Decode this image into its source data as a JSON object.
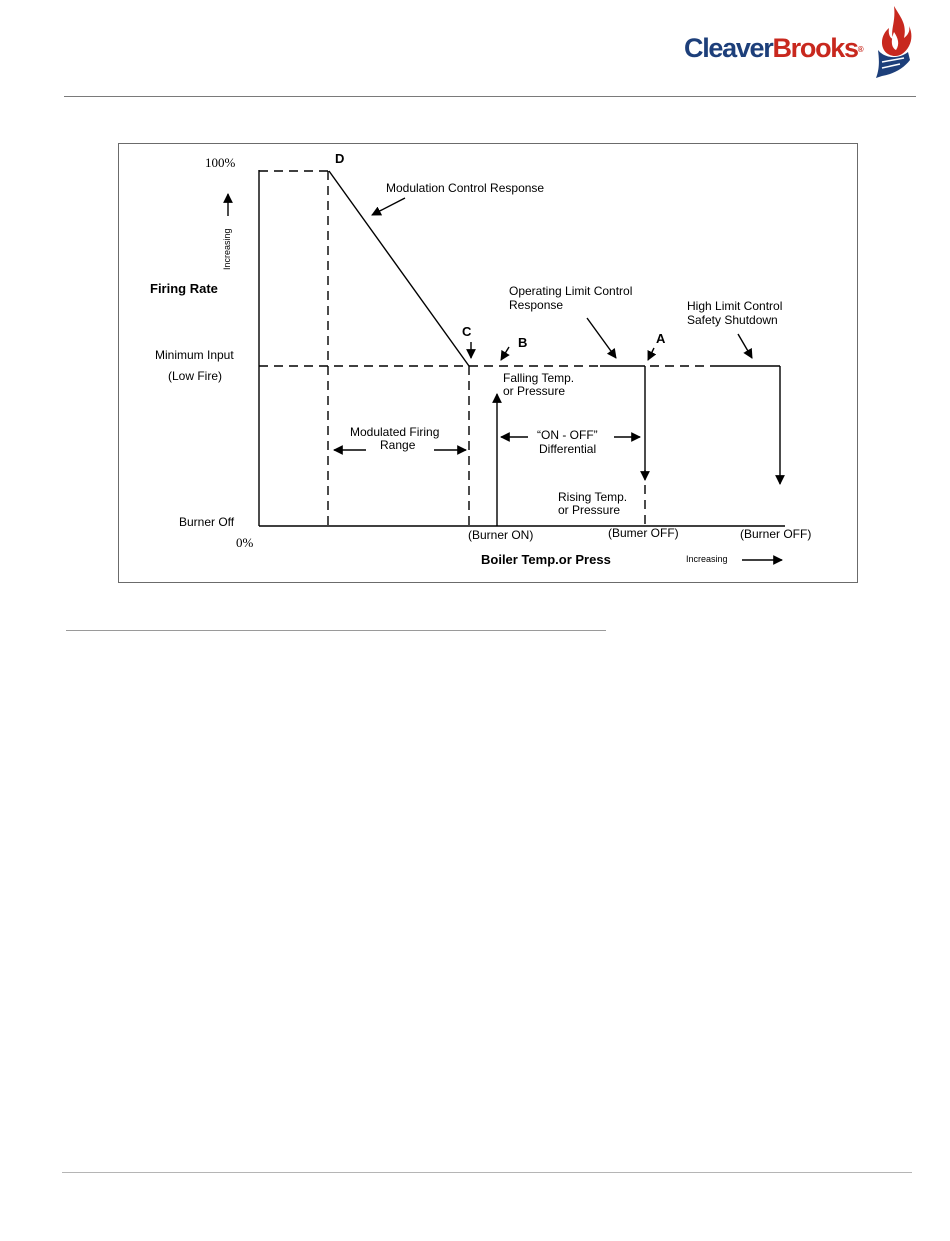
{
  "brand": {
    "logo_part1": "Cleaver",
    "logo_part2": "Brooks",
    "logo_mark": "®",
    "colors": {
      "navy": "#1d3f7a",
      "red": "#c8281e"
    }
  },
  "diagram": {
    "y_axis": {
      "top_label": "100%",
      "bottom_label": "0%",
      "direction_label": "Increasing",
      "title": "Firing Rate",
      "min_input_label": "Minimum Input",
      "low_fire_label": "(Low Fire)",
      "burner_off_label": "Burner Off"
    },
    "x_axis": {
      "title": "Boiler Temp.or Press",
      "direction_label": "Increasing",
      "burner_on_label": "(Burner ON)",
      "burner_off_label_1": "(Bumer OFF)",
      "burner_off_label_2": "(Burner OFF)"
    },
    "points": {
      "a": "A",
      "b": "B",
      "c": "C",
      "d": "D"
    },
    "annotations": {
      "modulation_response": "Modulation Control Response",
      "operating_limit_line1": "Operating Limit Control",
      "operating_limit_line2": "Response",
      "high_limit_line1": "High Limit Control",
      "high_limit_line2": "Safety Shutdown",
      "falling_line1": "Falling Temp.",
      "falling_line2": "or Pressure",
      "rising_line1": "Rising Temp.",
      "rising_line2": "or Pressure",
      "on_off_line1": "“ON - OFF”",
      "on_off_line2": "Differential",
      "modulated_line1": "Modulated Firing",
      "modulated_line2": "Range"
    }
  }
}
